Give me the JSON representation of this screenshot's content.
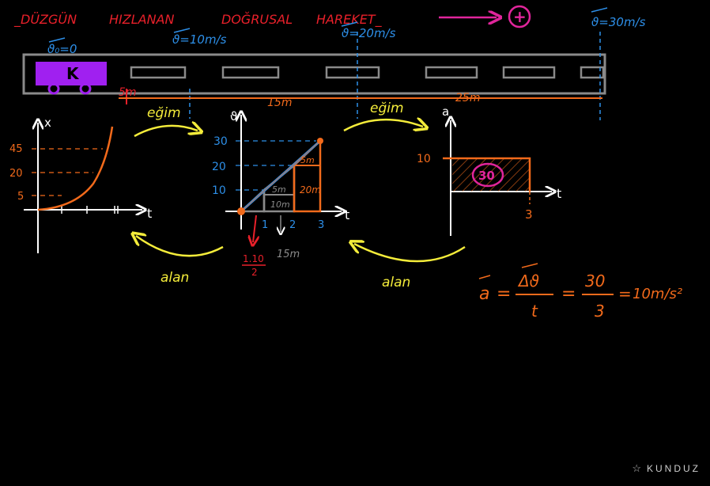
{
  "colors": {
    "background": "#000000",
    "red": "#e8202a",
    "magenta": "#e0259b",
    "blue": "#2d8fe8",
    "orange": "#f26a1b",
    "yellow": "#f4ec3a",
    "purple": "#a020f0",
    "gray": "#8a8a8a",
    "white": "#ffffff"
  },
  "title": {
    "w1": "_DÜZGÜN",
    "w2": "HIZLANAN",
    "w3": "DOĞRUSAL",
    "w4": "HAREKET_",
    "direction_sign": "+"
  },
  "track": {
    "cart_label": "K",
    "velocities": [
      "ϑ₀=0",
      "ϑ=10m/s",
      "ϑ=20m/s",
      "ϑ=30m/s"
    ],
    "distances": [
      "5m",
      "15m",
      "25m"
    ]
  },
  "arrows": {
    "egim_1": "eğim",
    "egim_2": "eğim",
    "alan_1": "alan",
    "alan_2": "alan"
  },
  "graph_x": {
    "y_axis": "x",
    "x_axis": "t",
    "ticks": [
      "45",
      "20",
      "5"
    ]
  },
  "graph_v": {
    "y_axis": "ϑ",
    "x_axis": "t",
    "y_ticks": [
      "30",
      "20",
      "10"
    ],
    "t_ticks": [
      "1",
      "2",
      "3"
    ],
    "areas": [
      "5m",
      "10m",
      "5m",
      "20m"
    ],
    "formula_num": "1.10",
    "formula_den": "2",
    "result": "15m"
  },
  "graph_a": {
    "y_axis": "a",
    "x_axis": "t",
    "y_tick": "10",
    "t_tick": "3",
    "area": "30"
  },
  "equation": {
    "lhs": "a",
    "num1": "Δϑ",
    "den1": "t",
    "num2": "30",
    "den2": "3",
    "result": "10m/s²"
  },
  "logo": "KUNDUZ"
}
